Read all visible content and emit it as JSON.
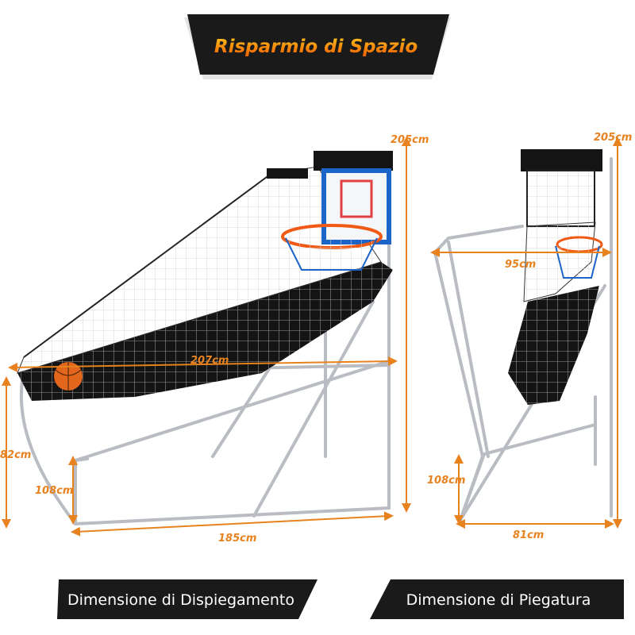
{
  "banner": {
    "title": "Risparmio di Spazio",
    "title_gradient": [
      "#ffc21a",
      "#f05a00"
    ]
  },
  "unfolded": {
    "height": "205cm",
    "diagonal": "207cm",
    "side_height": "82cm",
    "front_height": "108cm",
    "length": "185cm",
    "caption": "Dimensione di Dispiegamento"
  },
  "folded": {
    "height": "205cm",
    "top_depth": "95cm",
    "front_height": "108cm",
    "base_depth": "81cm",
    "caption": "Dimensione di Piegatura"
  },
  "colors": {
    "dimension": "#e8821e",
    "frame": "#b9bcc2",
    "net_panel": "#141414",
    "backboard_blue": "#1c64c8",
    "rim": "#f05a14",
    "ball": "#e2661c",
    "banner_bg": "#1a1a1a"
  }
}
